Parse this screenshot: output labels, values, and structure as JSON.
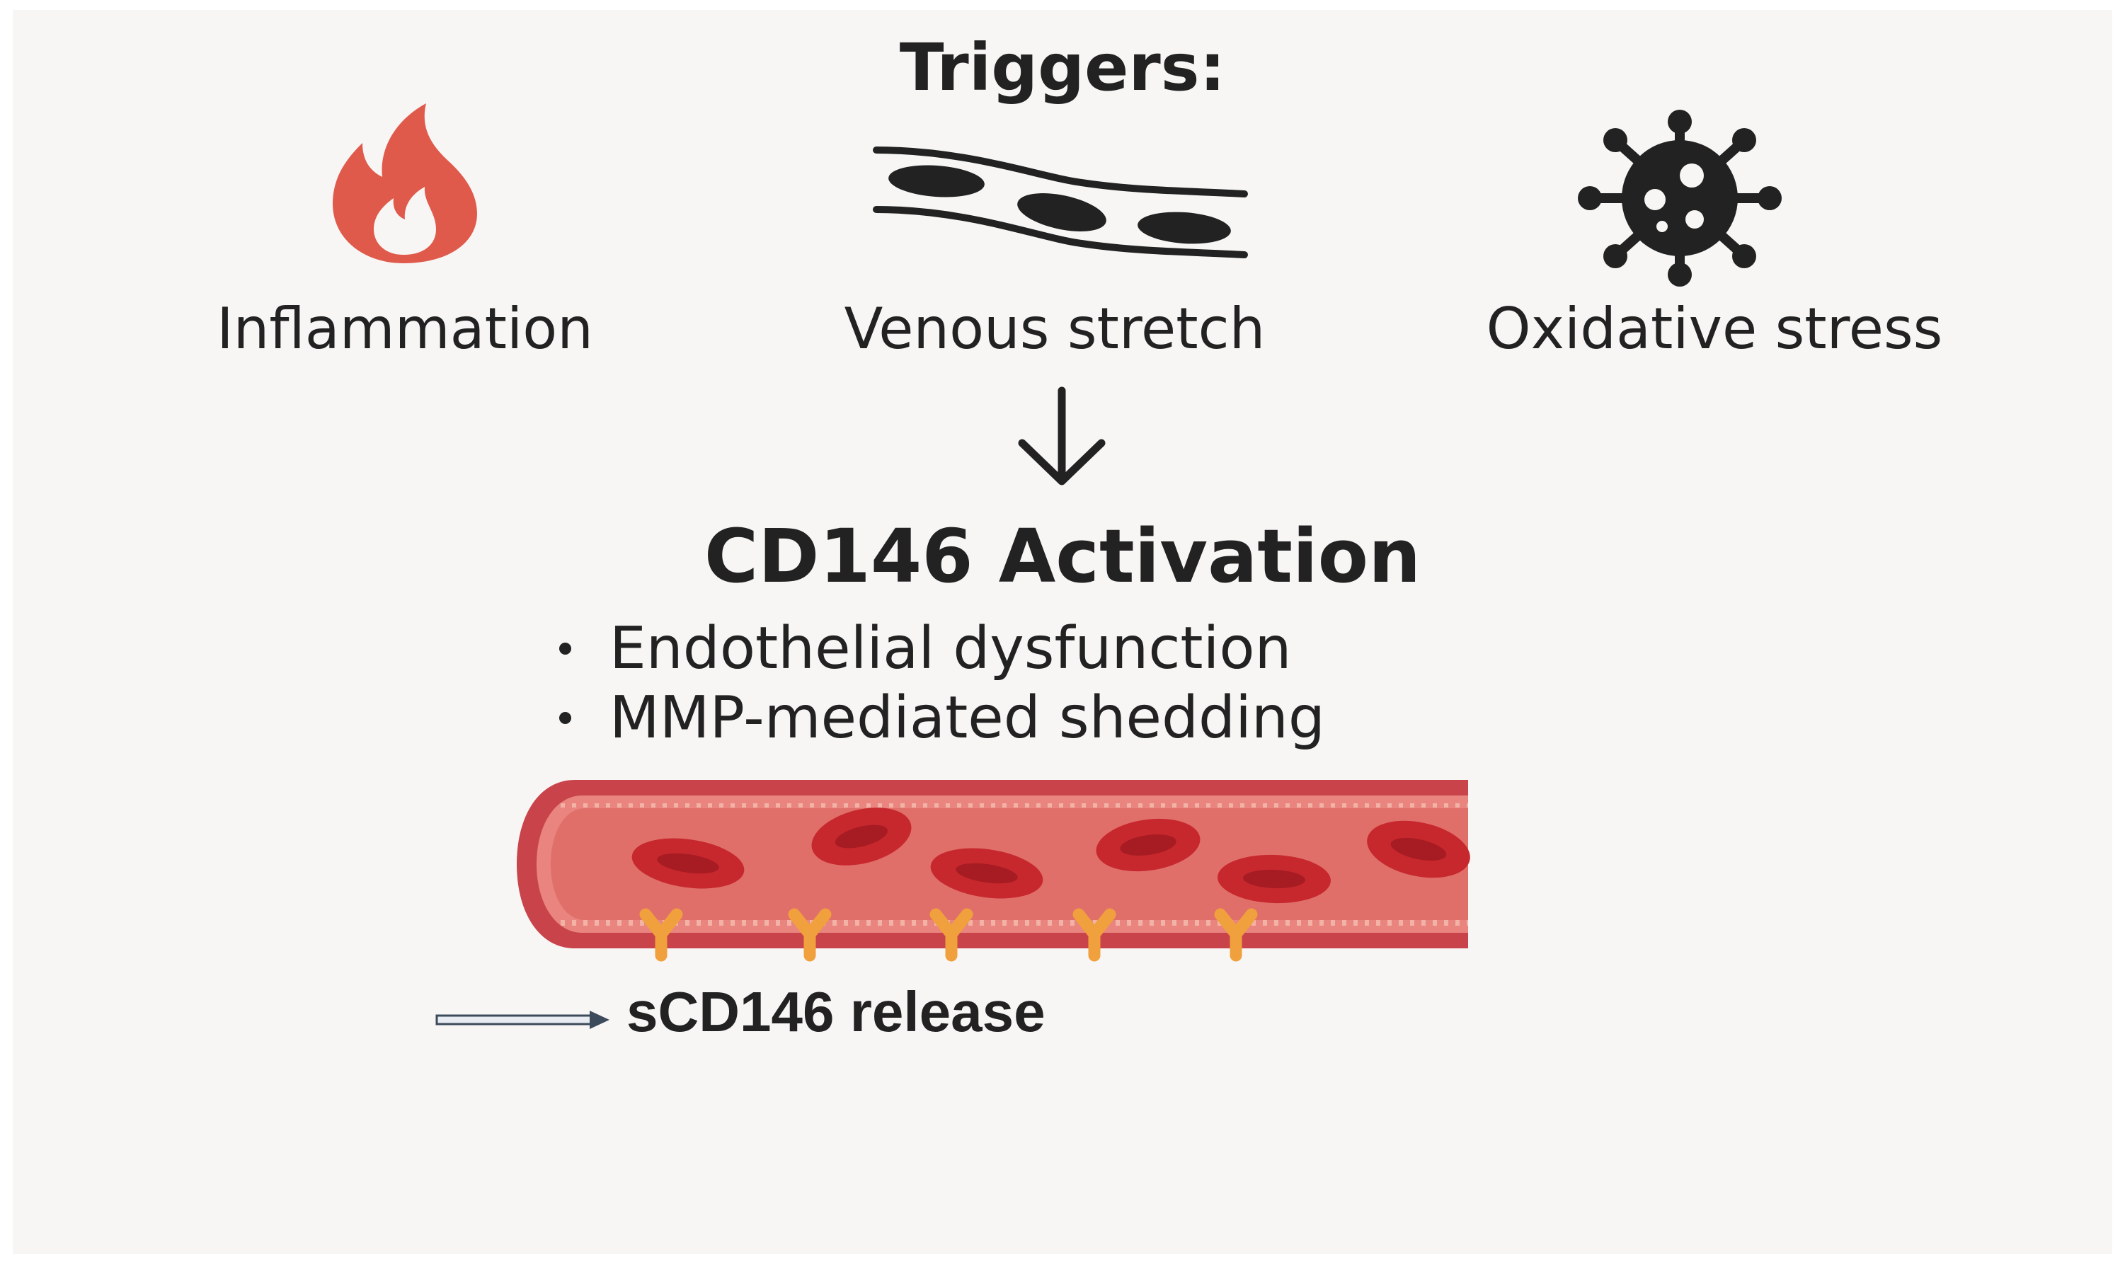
{
  "title": "Triggers:",
  "triggers": [
    {
      "label": "Inflammation",
      "icon": "flame-icon",
      "color": "#e05a4c"
    },
    {
      "label": "Venous stretch",
      "icon": "stretched-vessel-icon",
      "color": "#222222"
    },
    {
      "label": "Oxidative stress",
      "icon": "virus-icon",
      "color": "#222222"
    }
  ],
  "activation": {
    "heading": "CD146 Activation",
    "bullets": [
      "Endothelial dysfunction",
      "MMP-mediated shedding"
    ]
  },
  "vessel": {
    "wall_color": "#c9434a",
    "lumen_color": "#e9857e",
    "cell_color": "#c7282e",
    "receptor_color": "#f0a03c"
  },
  "release": {
    "label": "sCD146 release"
  }
}
